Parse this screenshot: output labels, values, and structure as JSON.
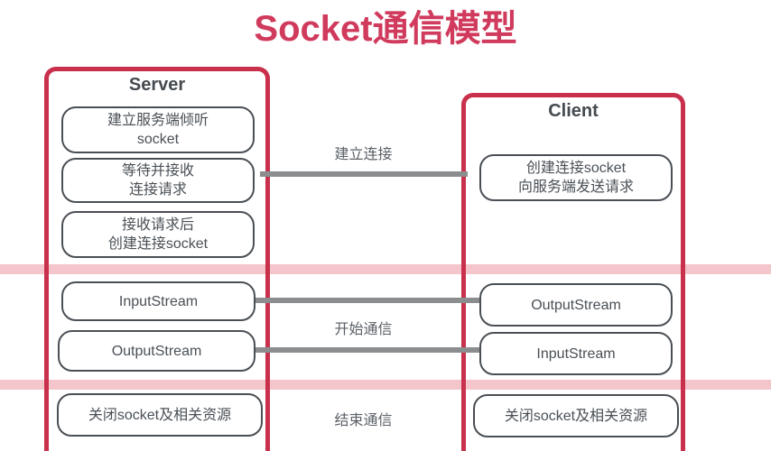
{
  "title": "Socket通信模型",
  "colors": {
    "title": "#d03a5c",
    "panel_border": "#c9304c",
    "band": "#f4c6cc",
    "box_border": "#4a4f55",
    "connector": "#8b8d8f",
    "text": "#4a5056",
    "background": "#ffffff"
  },
  "server": {
    "heading": "Server",
    "steps": [
      {
        "label": "建立服务端倾听\nsocket"
      },
      {
        "label": "等待并接收\n连接请求"
      },
      {
        "label": "接收请求后\n创建连接socket"
      },
      {
        "label": "InputStream"
      },
      {
        "label": "OutputStream"
      },
      {
        "label": "关闭socket及相关资源"
      }
    ]
  },
  "client": {
    "heading": "Client",
    "steps": [
      {
        "label": "创建连接socket\n向服务端发送请求"
      },
      {
        "label": "OutputStream"
      },
      {
        "label": "InputStream"
      },
      {
        "label": "关闭socket及相关资源"
      }
    ]
  },
  "phases": [
    {
      "label": "建立连接"
    },
    {
      "label": "开始通信"
    },
    {
      "label": "结束通信"
    }
  ],
  "connectors": [
    {
      "name": "connection-line"
    },
    {
      "name": "input-output-line"
    },
    {
      "name": "output-input-line"
    }
  ]
}
